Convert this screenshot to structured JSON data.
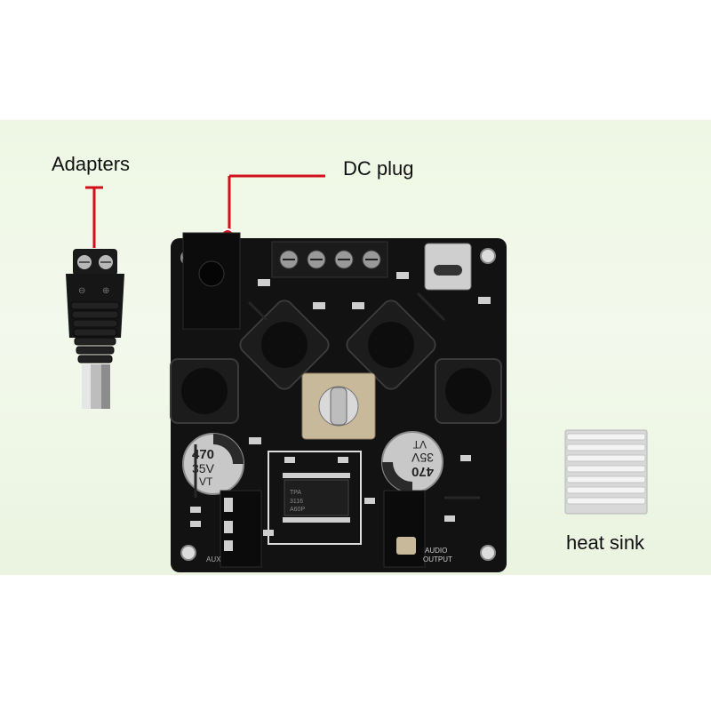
{
  "labels": {
    "adapters": "Adapters",
    "dc_plug": "DC plug",
    "heat_sink": "heat sink"
  },
  "board_text": {
    "cap_left": "470\n35V\nVT",
    "cap_right": "470\n35V\nVT",
    "audio_output": "AUDIO\nOUTPUT",
    "aux": "AUX",
    "chip": "TPA 3116 A60P"
  },
  "colors": {
    "annotation": "#d0101a",
    "pcb": "#121212",
    "background": "#eef7e4"
  }
}
